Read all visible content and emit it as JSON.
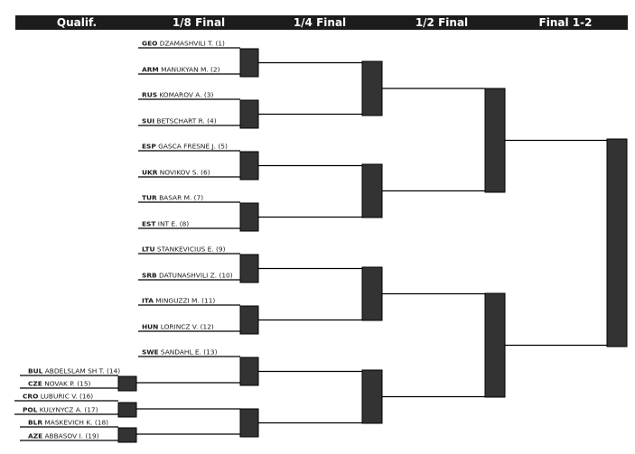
{
  "rounds": [
    "Qualif.",
    "1/8 Final",
    "1/4 Final",
    "1/2 Final",
    "Final 1-2"
  ],
  "colors": {
    "header": "#1c1c1c",
    "box": "#333333",
    "line": "#000000"
  },
  "main_entries": [
    {
      "country": "GEO",
      "name": "DZAMASHVILI T. (1)"
    },
    {
      "country": "ARM",
      "name": "MANUKYAN M. (2)"
    },
    {
      "country": "RUS",
      "name": "KOMAROV A. (3)"
    },
    {
      "country": "SUI",
      "name": "BETSCHART R. (4)"
    },
    {
      "country": "ESP",
      "name": "GASCA FRESNE J. (5)"
    },
    {
      "country": "UKR",
      "name": "NOVIKOV S. (6)"
    },
    {
      "country": "TUR",
      "name": "BASAR M. (7)"
    },
    {
      "country": "EST",
      "name": "INT E. (8)"
    },
    {
      "country": "LTU",
      "name": "STANKEVICIUS E. (9)"
    },
    {
      "country": "SRB",
      "name": "DATUNASHVILI Z. (10)"
    },
    {
      "country": "ITA",
      "name": "MINGUZZI M. (11)"
    },
    {
      "country": "HUN",
      "name": "LORINCZ V. (12)"
    },
    {
      "country": "SWE",
      "name": "SANDAHL E. (13)"
    }
  ],
  "qualif_entries": [
    {
      "country": "BUL",
      "name": "ABDELSLAM SH T. (14)"
    },
    {
      "country": "CZE",
      "name": "NOVAK P. (15)"
    },
    {
      "country": "CRO",
      "name": "LUBURIC V. (16)"
    },
    {
      "country": "POL",
      "name": "KULYNYCZ A. (17)"
    },
    {
      "country": "BLR",
      "name": "MASKEVICH K. (18)"
    },
    {
      "country": "AZE",
      "name": "ABBASOV I. (19)"
    }
  ]
}
